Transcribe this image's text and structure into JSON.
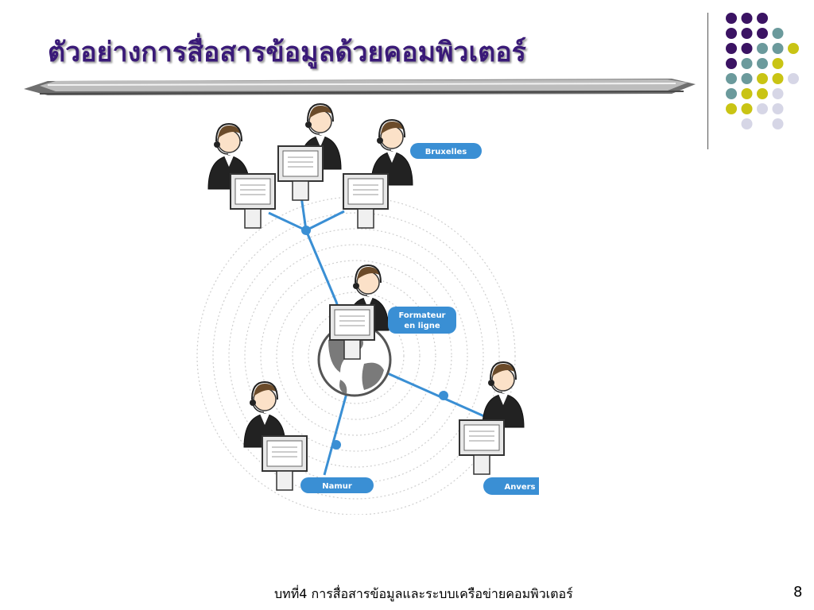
{
  "slide": {
    "title": "ตัวอย่างการสื่อสารข้อมูลด้วยคอมพิวเตอร์",
    "footer": "บทที่4 การสื่อสารข้อมูลและระบบเครือข่ายคอมพิวเตอร์",
    "page_number": "8"
  },
  "illustration": {
    "labels": {
      "bruxelles": "Bruxelles",
      "formateur_line1": "Formateur",
      "formateur_line2": "en ligne",
      "namur": "Namur",
      "anvers": "Anvers"
    }
  },
  "colors": {
    "title": "#3a1a78",
    "accent_blue": "#3a8fd4",
    "dot_purple": "#3b1363",
    "dot_teal": "#6b9a9c",
    "dot_yellow": "#c9c414",
    "dot_lavender": "#d6d6e6"
  },
  "icons": [
    "person-headset-icon",
    "computer-monitor-icon",
    "globe-icon"
  ]
}
